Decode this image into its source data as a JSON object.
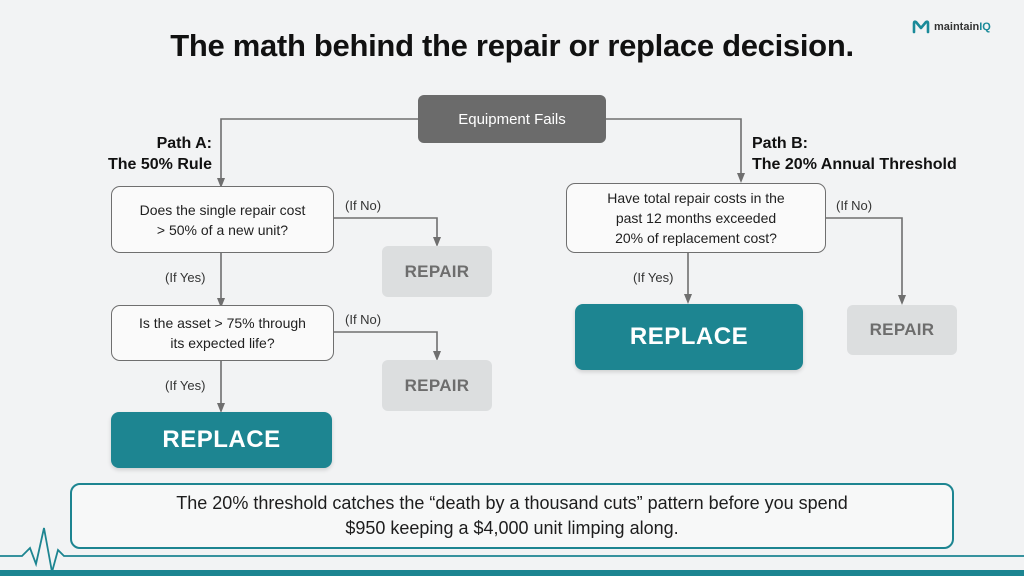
{
  "title": "The math behind the repair or replace decision.",
  "logo": {
    "brand_prefix": "maintain",
    "brand_suffix": "IQ",
    "icon": "m-logo-icon"
  },
  "start": {
    "label": "Equipment Fails"
  },
  "path_a": {
    "title_line1": "Path A:",
    "title_line2": "The 50% Rule",
    "q1_line1": "Does the single repair cost",
    "q1_line2": "> 50% of a new unit?",
    "q1_no": "(If No)",
    "q1_yes": "(If Yes)",
    "repair1": "REPAIR",
    "q2_line1": "Is the asset > 75% through",
    "q2_line2": "its expected life?",
    "q2_no": "(If No)",
    "q2_yes": "(If Yes)",
    "repair2": "REPAIR",
    "replace": "REPLACE"
  },
  "path_b": {
    "title_line1": "Path B:",
    "title_line2": "The 20% Annual Threshold",
    "q_line1": "Have total repair costs in the",
    "q_line2": "past 12 months exceeded",
    "q_line3": "20% of replacement cost?",
    "no": "(If No)",
    "yes": "(If Yes)",
    "replace": "REPLACE",
    "repair": "REPAIR"
  },
  "note": {
    "line1": "The 20% threshold catches the “death by a thousand cuts” pattern before you spend",
    "line2": "$950 keeping a $4,000 unit limping along."
  },
  "colors": {
    "accent": "#1d8591",
    "connector": "#6f6f6f",
    "start_box": "#6b6b6b",
    "repair_box": "#dcdedf",
    "background": "#f2f3f4"
  }
}
